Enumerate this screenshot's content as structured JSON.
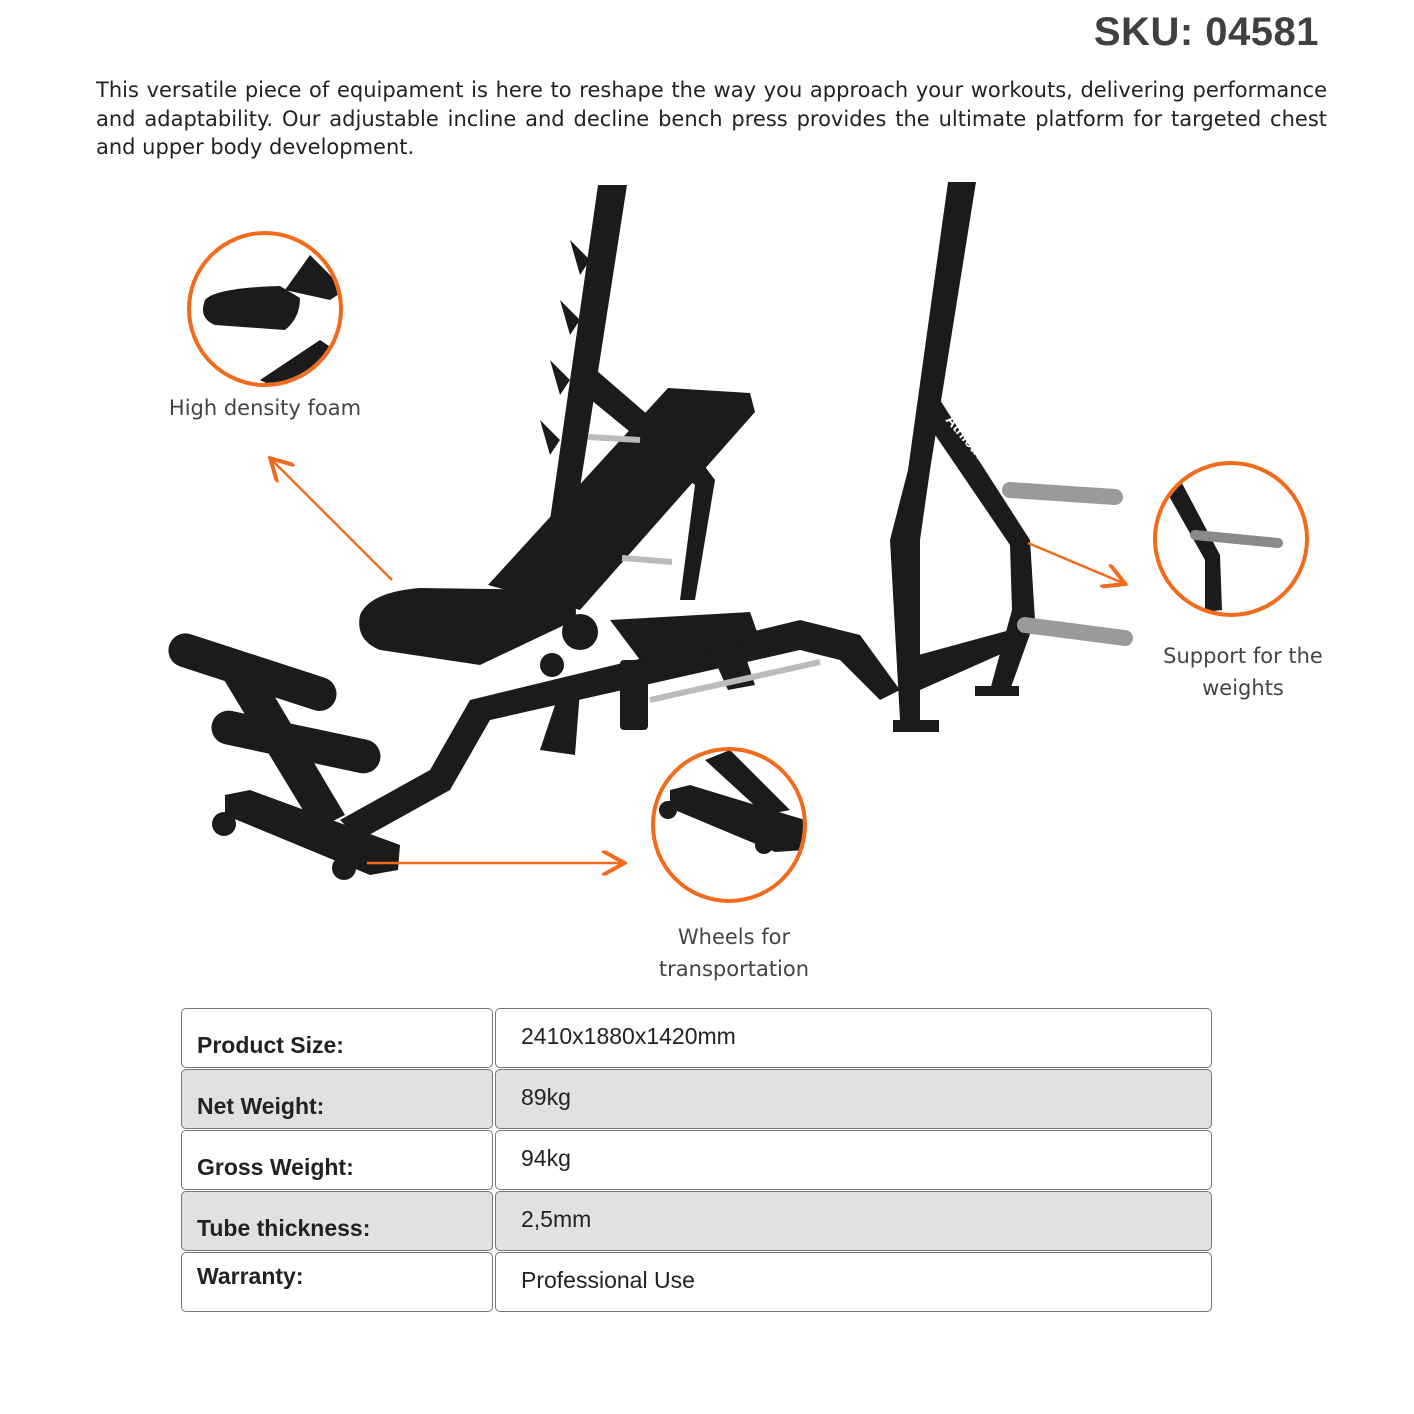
{
  "header": {
    "sku": "SKU: 04581"
  },
  "description": "This versatile piece of equipament is here to reshape the way you approach your workouts, delivering performance and adaptability. Our adjustable incline and decline bench press provides the ultimate platform for targeted chest and upper body development.",
  "product": {
    "brand_logo_text": "Athletic"
  },
  "callouts": [
    {
      "label": "High density foam"
    },
    {
      "label_line1": "Support for the",
      "label_line2": "weights"
    },
    {
      "label_line1": "Wheels for",
      "label_line2": "transportation"
    }
  ],
  "colors": {
    "accent": "#f26b1d",
    "frame": "#1a1a1a",
    "row_alt": "#e1e1e1"
  },
  "specs": [
    {
      "key": "Product Size:",
      "value": "2410x1880x1420mm"
    },
    {
      "key": "Net Weight:",
      "value": "89kg"
    },
    {
      "key": "Gross Weight:",
      "value": "94kg"
    },
    {
      "key": "Tube thickness:",
      "value": "2,5mm"
    },
    {
      "key": "Warranty:",
      "value": "Professional Use"
    }
  ]
}
